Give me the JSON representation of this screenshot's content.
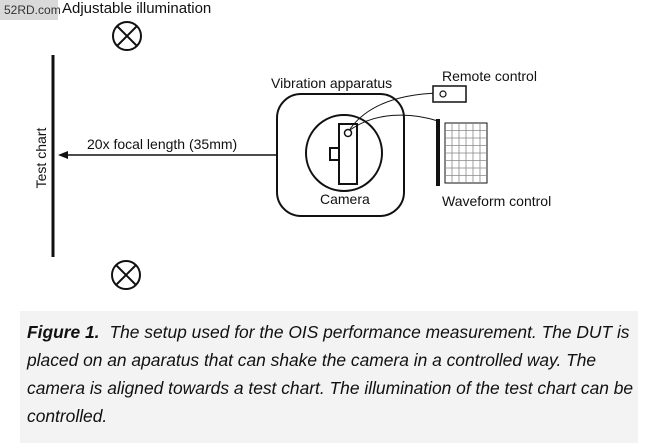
{
  "watermark": "52RD.com",
  "labels": {
    "illumination": "Adjustable illumination",
    "test_chart": "Test chart",
    "distance": "20x focal length (35mm)",
    "vibration": "Vibration apparatus",
    "remote": "Remote control",
    "camera": "Camera",
    "waveform": "Waveform control"
  },
  "caption": {
    "figure_label": "Figure 1.",
    "text": "The setup used for the OIS performance measurement. The DUT is placed on an aparatus that can shake the camera in a controlled way. The camera is aligned towards a test chart. The illumination of the test chart can be controlled."
  }
}
